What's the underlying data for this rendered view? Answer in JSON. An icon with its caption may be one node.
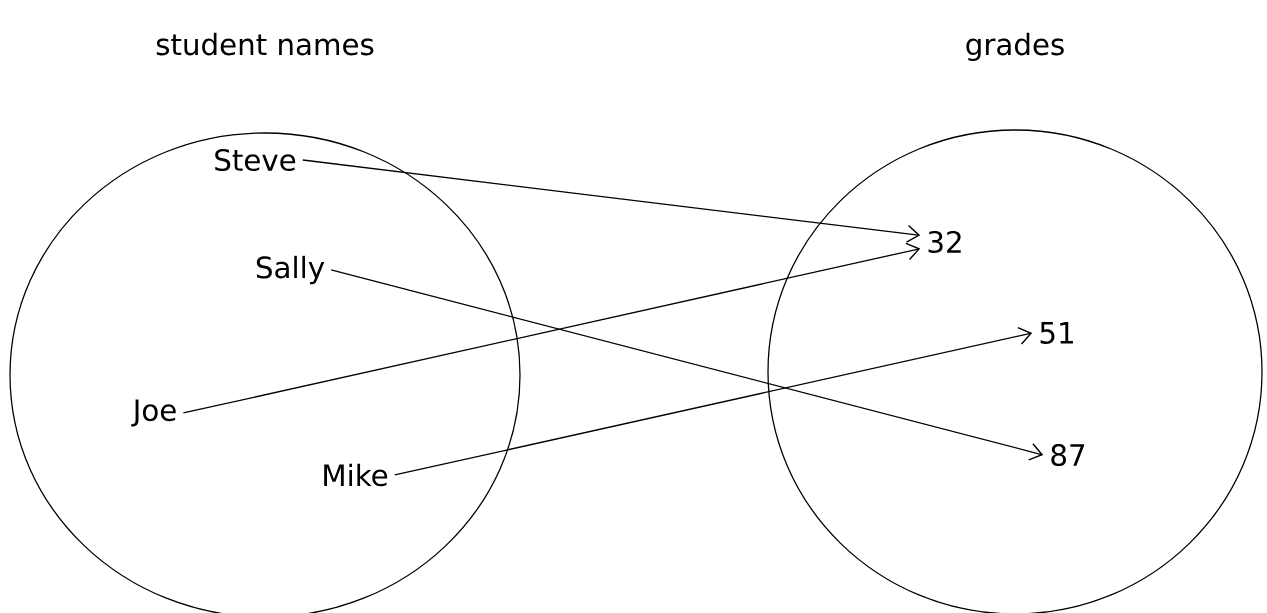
{
  "diagram": {
    "nodes": [
      {
        "text": [
          "student names"
        ]
      },
      {
        "text": [
          "Steve"
        ],
        "in": 0
      },
      {
        "text": [
          "Sally"
        ],
        "in": 0
      },
      {
        "text": [
          "Joe"
        ],
        "in": 0
      },
      {
        "text": [
          "Mike"
        ],
        "in": 0
      },
      {
        "text": [
          "grades"
        ]
      },
      {
        "text": [
          "32"
        ],
        "in": 5
      },
      {
        "text": [
          "51"
        ],
        "in": 5
      },
      {
        "text": [
          "87"
        ],
        "in": 5
      }
    ],
    "edges": [
      {
        "from": 1,
        "to": 6,
        "arrow": "to"
      },
      {
        "from": 3,
        "to": 6,
        "arrow": "to"
      },
      {
        "from": 2,
        "to": 8,
        "arrow": "to"
      },
      {
        "from": 4,
        "to": 7,
        "arrow": "to"
      }
    ]
  }
}
